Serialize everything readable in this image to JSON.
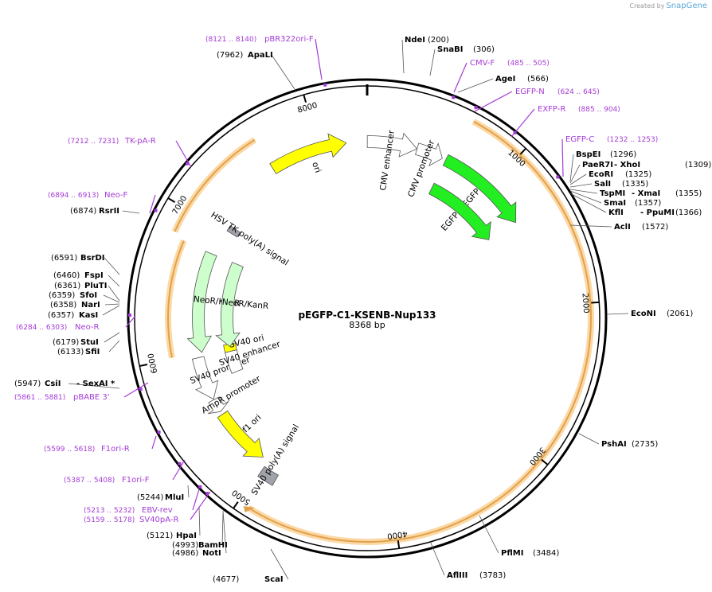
{
  "credit": {
    "prefix": "Created by",
    "brand": "SnapGene"
  },
  "plasmid": {
    "name": "pEGFP-C1-KSENB-Nup133",
    "size": 8368,
    "size_label": "8368 bp"
  },
  "tick_labels": [
    "1000",
    "2000",
    "3000",
    "4000",
    "5000",
    "6000",
    "7000",
    "8000"
  ],
  "sites": [
    {
      "name": "NdeI",
      "pos": "(200)"
    },
    {
      "name": "SnaBI",
      "pos": "(306)"
    },
    {
      "name": "AgeI",
      "pos": "(566)"
    },
    {
      "name": "BspEI",
      "pos": "(1296)"
    },
    {
      "name": "PaeR7I",
      "name2": "XhoI",
      "pos": "(1309)"
    },
    {
      "name": "EcoRI",
      "pos": "(1325)"
    },
    {
      "name": "SalI",
      "pos": "(1335)"
    },
    {
      "name": "TspMI",
      "name2": "XmaI",
      "pos": "(1355)"
    },
    {
      "name": "SmaI",
      "pos": "(1357)"
    },
    {
      "name": "KflI",
      "name2": "PpuMI",
      "pos": "(1366)"
    },
    {
      "name": "AclI",
      "pos": "(1572)"
    },
    {
      "name": "EcoNI",
      "pos": "(2061)"
    },
    {
      "name": "PshAI",
      "pos": "(2735)"
    },
    {
      "name": "PflMI",
      "pos": "(3484)"
    },
    {
      "name": "AflIII",
      "pos": "(3783)"
    },
    {
      "name": "ScaI",
      "pos": "(4677)"
    },
    {
      "name": "NotI",
      "pos": "(4986)"
    },
    {
      "name": "BamHI",
      "pos": "(4993)"
    },
    {
      "name": "HpaI",
      "pos": "(5121)"
    },
    {
      "name": "MluI",
      "pos": "(5244)"
    },
    {
      "name": "CsiI",
      "name2": "SexAI",
      "suffix": "*",
      "pos": "(5947)"
    },
    {
      "name": "SfiI",
      "pos": "(6133)"
    },
    {
      "name": "StuI",
      "pos": "(6179)"
    },
    {
      "name": "KasI",
      "pos": "(6357)"
    },
    {
      "name": "NarI",
      "pos": "(6358)"
    },
    {
      "name": "SfoI",
      "pos": "(6359)"
    },
    {
      "name": "PluTI",
      "pos": "(6361)"
    },
    {
      "name": "FspI",
      "pos": "(6460)"
    },
    {
      "name": "BsrDI",
      "pos": "(6591)"
    },
    {
      "name": "RsrII",
      "pos": "(6874)"
    },
    {
      "name": "ApaLI",
      "pos": "(7962)"
    }
  ],
  "primers": [
    {
      "name": "pBR322ori-F",
      "range": "(8121 .. 8140)"
    },
    {
      "name": "CMV-F",
      "range": "(485 .. 505)"
    },
    {
      "name": "EGFP-N",
      "range": "(624 .. 645)"
    },
    {
      "name": "EXFP-R",
      "range": "(885 .. 904)"
    },
    {
      "name": "EGFP-C",
      "range": "(1232 .. 1253)"
    },
    {
      "name": "TK-pA-R",
      "range": "(7212 .. 7231)"
    },
    {
      "name": "Neo-F",
      "range": "(6894 .. 6913)"
    },
    {
      "name": "Neo-R",
      "range": "(6284 .. 6303)"
    },
    {
      "name": "pBABE 3'",
      "range": "(5861 .. 5881)"
    },
    {
      "name": "F1ori-R",
      "range": "(5599 .. 5618)"
    },
    {
      "name": "F1ori-F",
      "range": "(5387 .. 5408)"
    },
    {
      "name": "EBV-rev",
      "range": "(5213 .. 5232)"
    },
    {
      "name": "SV40pA-R",
      "range": "(5159 .. 5178)"
    }
  ],
  "features": [
    {
      "label": "CMV enhancer",
      "start": 1,
      "end": 380,
      "dir": 1,
      "color": "#ffffff"
    },
    {
      "label": "CMV promoter",
      "start": 381,
      "end": 585,
      "dir": 1,
      "color": "#ffffff"
    },
    {
      "label": "EGFP",
      "start": 613,
      "end": 1329,
      "dir": 1,
      "color": "#22ee22"
    },
    {
      "label": "EGFP",
      "start": 613,
      "end": 1329,
      "dir": 1,
      "color": "#22ee22"
    },
    {
      "label": "SV40 poly(A) signal",
      "start": 4870,
      "end": 4990,
      "dir": 0,
      "color": "#a0a4aa"
    },
    {
      "label": "f1 ori",
      "start": 5040,
      "end": 5495,
      "dir": -1,
      "color": "#ffff00"
    },
    {
      "label": "AmpR promoter",
      "start": 5520,
      "end": 5625,
      "dir": -1,
      "color": "#ffffff"
    },
    {
      "label": "SV40 promoter",
      "start": 5630,
      "end": 5970,
      "dir": -1,
      "color": "#ffffff"
    },
    {
      "label": "NeoR/KanR",
      "start": 6005,
      "end": 6800,
      "dir": -1,
      "color": "#ccffcc"
    },
    {
      "label": "HSV TK poly(A) signal",
      "start": 7020,
      "end": 7068,
      "dir": 0,
      "color": "#a0a4aa"
    },
    {
      "label": "ori",
      "start": 7620,
      "end": 8210,
      "dir": 1,
      "color": "#ffff00"
    },
    {
      "label": "SV40 enhancer",
      "start": 5760,
      "end": 5960,
      "dir": 0,
      "color": "#ffffff"
    },
    {
      "label": "SV40 ori",
      "start": 5960,
      "end": 6030,
      "dir": 0,
      "color": "#ffff00"
    },
    {
      "label": "NeoR/KanR",
      "start": 6005,
      "end": 6800,
      "dir": -1,
      "color": "#ccffcc"
    }
  ],
  "colors": {
    "orf_fill": "#fbd9a6",
    "orf_stroke": "#e3a04a",
    "primer": "#a43bd6",
    "backbone": "#000000"
  }
}
